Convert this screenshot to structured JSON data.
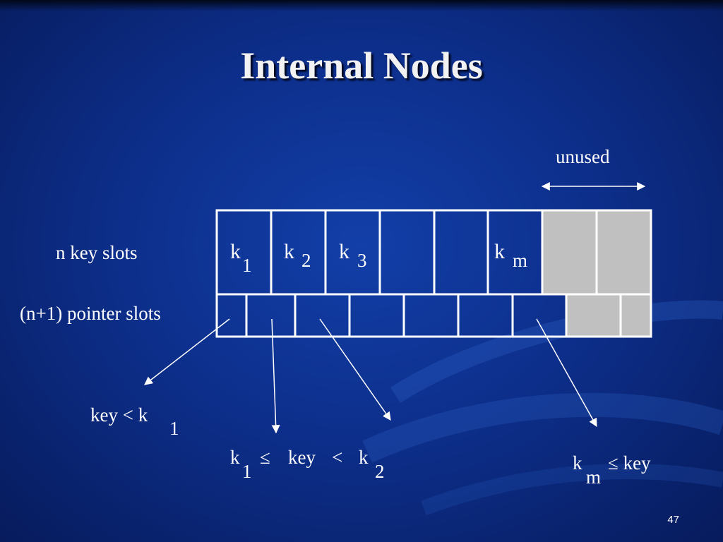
{
  "slide": {
    "title": "Internal Nodes",
    "page_number": "47",
    "labels": {
      "key_slots": "n key slots",
      "pointer_slots": "(n+1) pointer slots",
      "unused": "unused"
    },
    "keys": {
      "k1_base": "k",
      "k1_sub": "1",
      "k2_base": "k",
      "k2_sub": "2",
      "k3_base": "k",
      "k3_sub": "3",
      "km_base": "k",
      "km_sub": "m"
    },
    "conditions": {
      "c1_text": "key < k",
      "c1_sub": "1",
      "c2_k": "k",
      "c2_sub1": "1",
      "c2_rel": "≤",
      "c2_key": "key",
      "c2_lt": "<",
      "c2_k2": "k",
      "c2_sub2": "2",
      "c3_k": "k",
      "c3_sub": "m",
      "c3_rel": "≤ key"
    },
    "colors": {
      "background": "#0d2f8c",
      "unused_slot": "#c0c0c0",
      "line": "#ffffff"
    }
  }
}
